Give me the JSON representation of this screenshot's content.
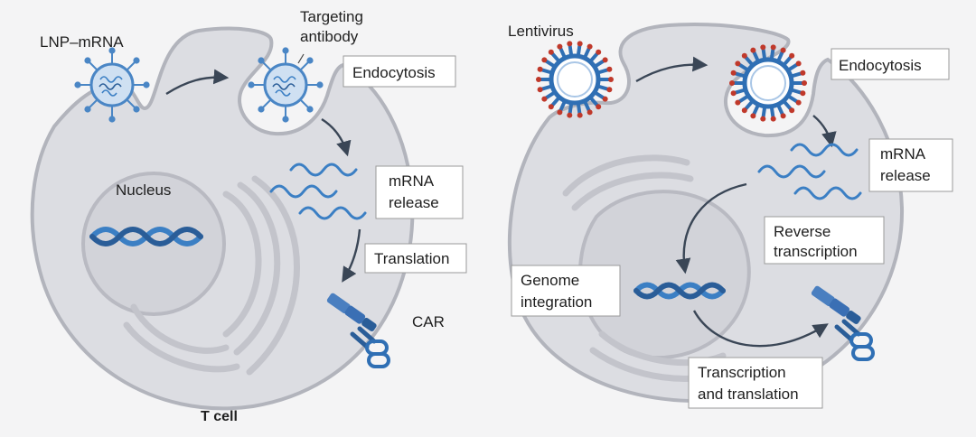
{
  "left_panel": {
    "particle_label": "LNP–mRNA",
    "antibody_label_line1": "Targeting",
    "antibody_label_line2": "antibody",
    "endocytosis_label": "Endocytosis",
    "nucleus_label": "Nucleus",
    "mrna_release_line1": "mRNA",
    "mrna_release_line2": "release",
    "translation_label": "Translation",
    "car_label": "CAR",
    "cell_label": "T cell"
  },
  "right_panel": {
    "particle_label": "Lentivirus",
    "endocytosis_label": "Endocytosis",
    "mrna_release_line1": "mRNA",
    "mrna_release_line2": "release",
    "reverse_transcription_line1": "Reverse",
    "reverse_transcription_line2": "transcription",
    "genome_integration_line1": "Genome",
    "genome_integration_line2": "integration",
    "transcription_translation_line1": "Transcription",
    "transcription_translation_line2": "and translation"
  },
  "colors": {
    "background": "#f4f4f5",
    "cell_fill": "#dcdde2",
    "cell_stroke": "#b2b4bc",
    "nucleus_fill": "#d2d3d9",
    "strand_blue": "#3b7fc4",
    "strand_dark": "#2a5d98",
    "receptor_blue": "#3a6fb4",
    "virus_red": "#c0392b",
    "arrow": "#3a4656"
  },
  "icons": [
    "lnp-particle-icon",
    "lentivirus-icon",
    "dna-helix-icon",
    "mrna-strand-icon",
    "car-receptor-icon"
  ]
}
